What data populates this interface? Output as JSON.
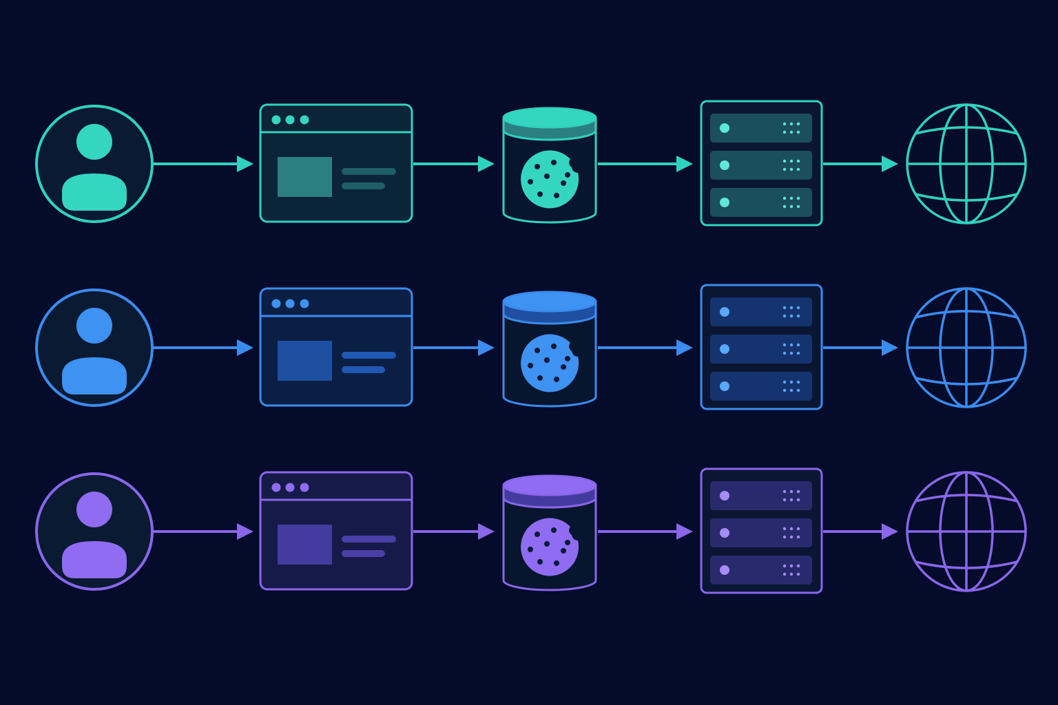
{
  "diagram": {
    "background": "#050b2a",
    "node_sequence": [
      "user-icon",
      "browser-window-icon",
      "cookie-jar-icon",
      "server-rack-icon",
      "globe-icon"
    ],
    "rows": [
      {
        "name": "teal",
        "stroke": "#2ed3c0",
        "fill": "#34d6c2",
        "panel": "#0b2438",
        "panel_fill": "#2b7f80",
        "dim": "#1e5e66",
        "led": "#5fe6d6"
      },
      {
        "name": "blue",
        "stroke": "#3a8cf0",
        "fill": "#3d92f2",
        "panel": "#0b1f45",
        "panel_fill": "#1f4fa0",
        "dim": "#2059b3",
        "led": "#5aa7ff"
      },
      {
        "name": "violet",
        "stroke": "#8a66ea",
        "fill": "#8f6cf1",
        "panel": "#161a48",
        "panel_fill": "#433c9e",
        "dim": "#4a3fa6",
        "led": "#a58cf7"
      }
    ]
  }
}
